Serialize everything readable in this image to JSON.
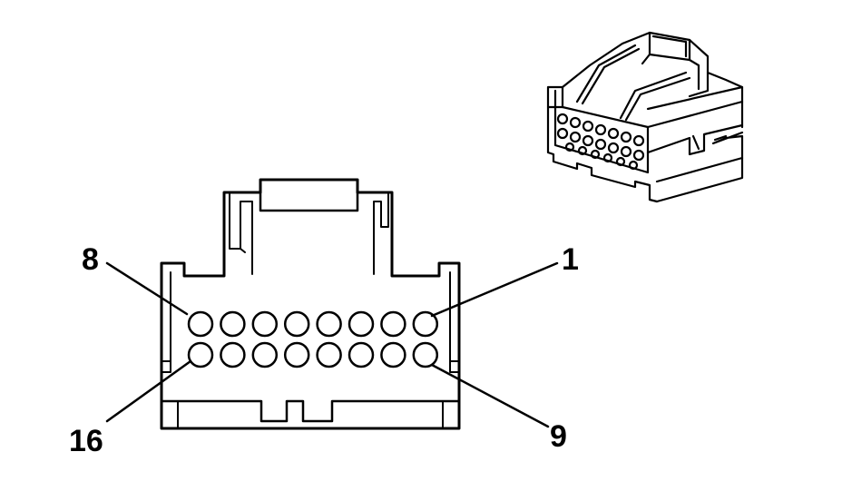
{
  "pin_labels": {
    "top_left": "8",
    "top_right": "1",
    "bottom_left": "16",
    "bottom_right": "9"
  },
  "connector": {
    "pin_rows": 2,
    "pins_per_row": 8,
    "pin_count": 16
  },
  "icons": {
    "main_view": "connector-face-view",
    "inset": "connector-isometric-view"
  }
}
